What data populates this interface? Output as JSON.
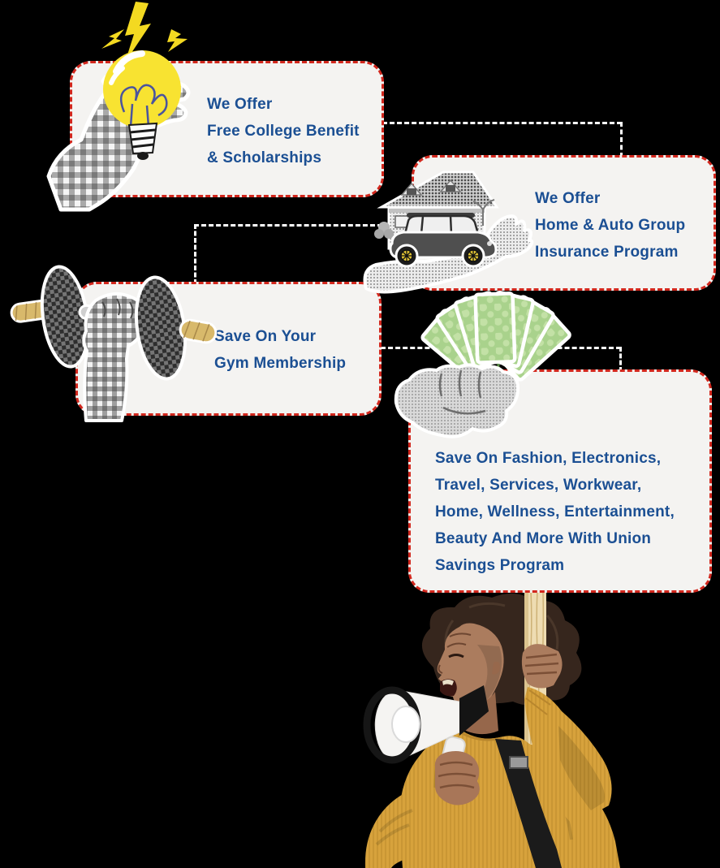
{
  "page": {
    "background": "#000000",
    "section_name": "union-member-benefits-callouts"
  },
  "cards": [
    {
      "id": "college-benefit",
      "label": "We Offer\nFree College Benefit\n& Scholarships",
      "icon": "hand-lightbulb-icon"
    },
    {
      "id": "home-auto-insurance",
      "label": "We Offer\nHome & Auto Group\nInsurance Program",
      "icon": "hand-house-car-icon"
    },
    {
      "id": "gym-membership",
      "label": "Save On Your\nGym Membership",
      "icon": "hand-dumbbell-icon"
    },
    {
      "id": "union-savings-program",
      "label": "Save On Fashion, Electronics,\nTravel, Services, Workwear,\nHome, Wellness, Entertainment,\nBeauty And More With Union\nSavings Program",
      "icon": "hand-money-icon"
    }
  ],
  "figure": {
    "name": "protester-woman-with-megaphone-holding-sign"
  },
  "colors": {
    "card_background": "#f4f3f1",
    "card_border_red": "#d2271d",
    "heading_blue": "#1b4f93",
    "connector_white": "#ffffff",
    "bulb_yellow": "#f8e331",
    "money_green": "#a9d28c",
    "sweater_mustard": "#d7a23c",
    "wood_pole": "#eedcb2",
    "wheel_yellow": "#e5c735"
  }
}
